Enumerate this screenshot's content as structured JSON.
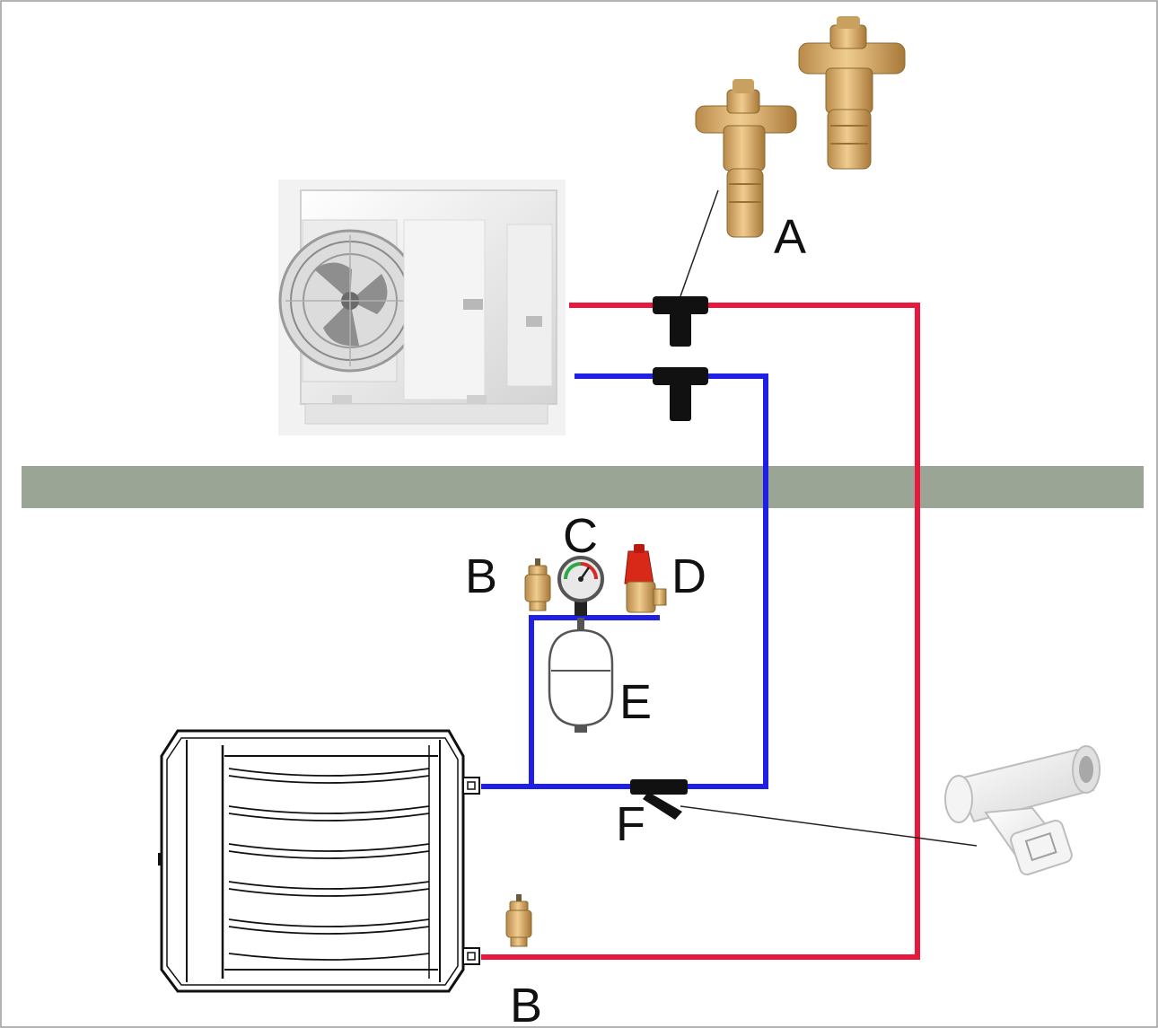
{
  "labels": {
    "a": "A",
    "b_top": "B",
    "c": "C",
    "d": "D",
    "e": "E",
    "f": "F",
    "b_bottom": "B"
  },
  "colors": {
    "flow_pipe": "#e8173c",
    "return_pipe": "#1f1fe6",
    "wall": "#9aa596",
    "fittings": "#111111",
    "brass": "#d8a860",
    "relief_valve_cap": "#d82818"
  },
  "components": [
    {
      "label": "A",
      "icon": "anti-freeze-valve-icon"
    },
    {
      "label": "B",
      "icon": "automatic-air-vent-icon"
    },
    {
      "label": "C",
      "icon": "pressure-gauge-icon"
    },
    {
      "label": "D",
      "icon": "safety-relief-valve-icon"
    },
    {
      "label": "E",
      "icon": "expansion-vessel-icon"
    },
    {
      "label": "F",
      "icon": "y-strainer-icon"
    }
  ]
}
